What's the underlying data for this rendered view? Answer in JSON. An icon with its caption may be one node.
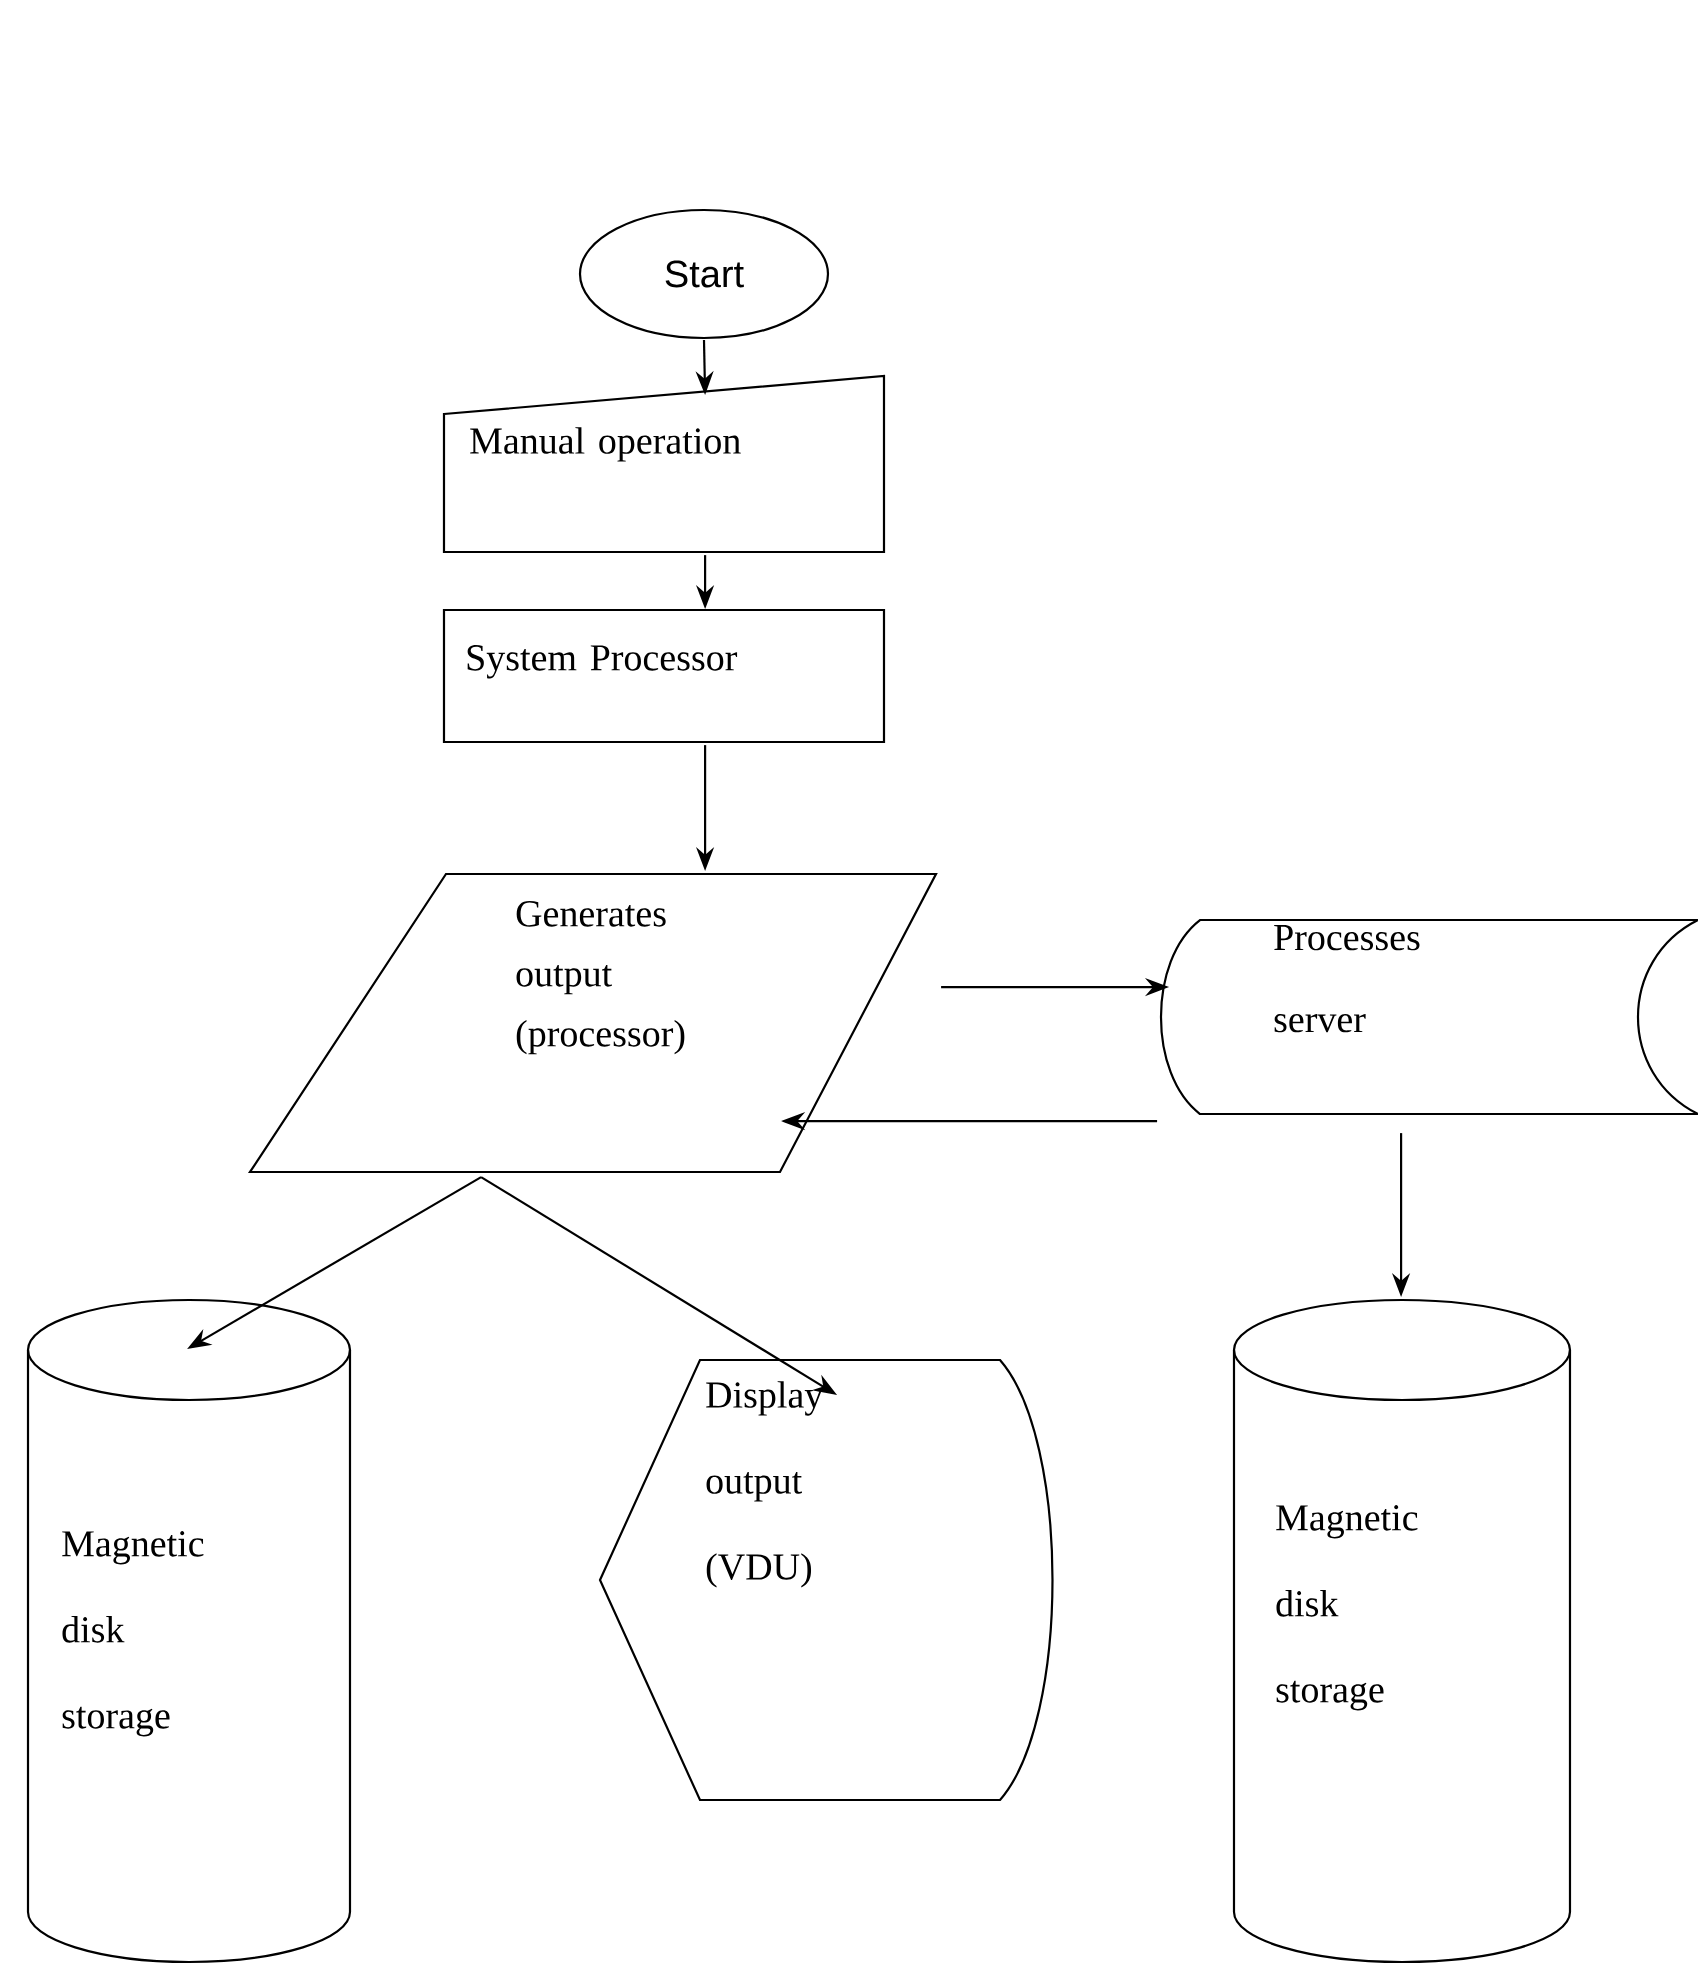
{
  "diagram": {
    "nodes": [
      {
        "text": [
          "Start"
        ]
      },
      {
        "text": [
          "Manual operation"
        ]
      },
      {
        "text": [
          "System Processor"
        ]
      },
      {
        "text": [
          "Generates output (processor)"
        ]
      },
      {
        "text": [
          "Processes server"
        ]
      },
      {
        "text": [
          "Magnetic disk storage"
        ]
      },
      {
        "text": [
          "Display output (VDU)"
        ]
      },
      {
        "text": [
          "Magnetic disk storage"
        ]
      }
    ],
    "edges": [
      {
        "from": 0,
        "to": 1,
        "arrow": "to"
      },
      {
        "from": 1,
        "to": 2,
        "arrow": "to"
      },
      {
        "from": 2,
        "to": 3,
        "arrow": "to"
      },
      {
        "from": 3,
        "to": 4,
        "arrow": "to"
      },
      {
        "from": 4,
        "to": 3,
        "arrow": "to"
      },
      {
        "from": 3,
        "to": 5,
        "arrow": "to"
      },
      {
        "from": 3,
        "to": 6,
        "arrow": "to"
      },
      {
        "from": 4,
        "to": 7,
        "arrow": "to"
      }
    ]
  }
}
